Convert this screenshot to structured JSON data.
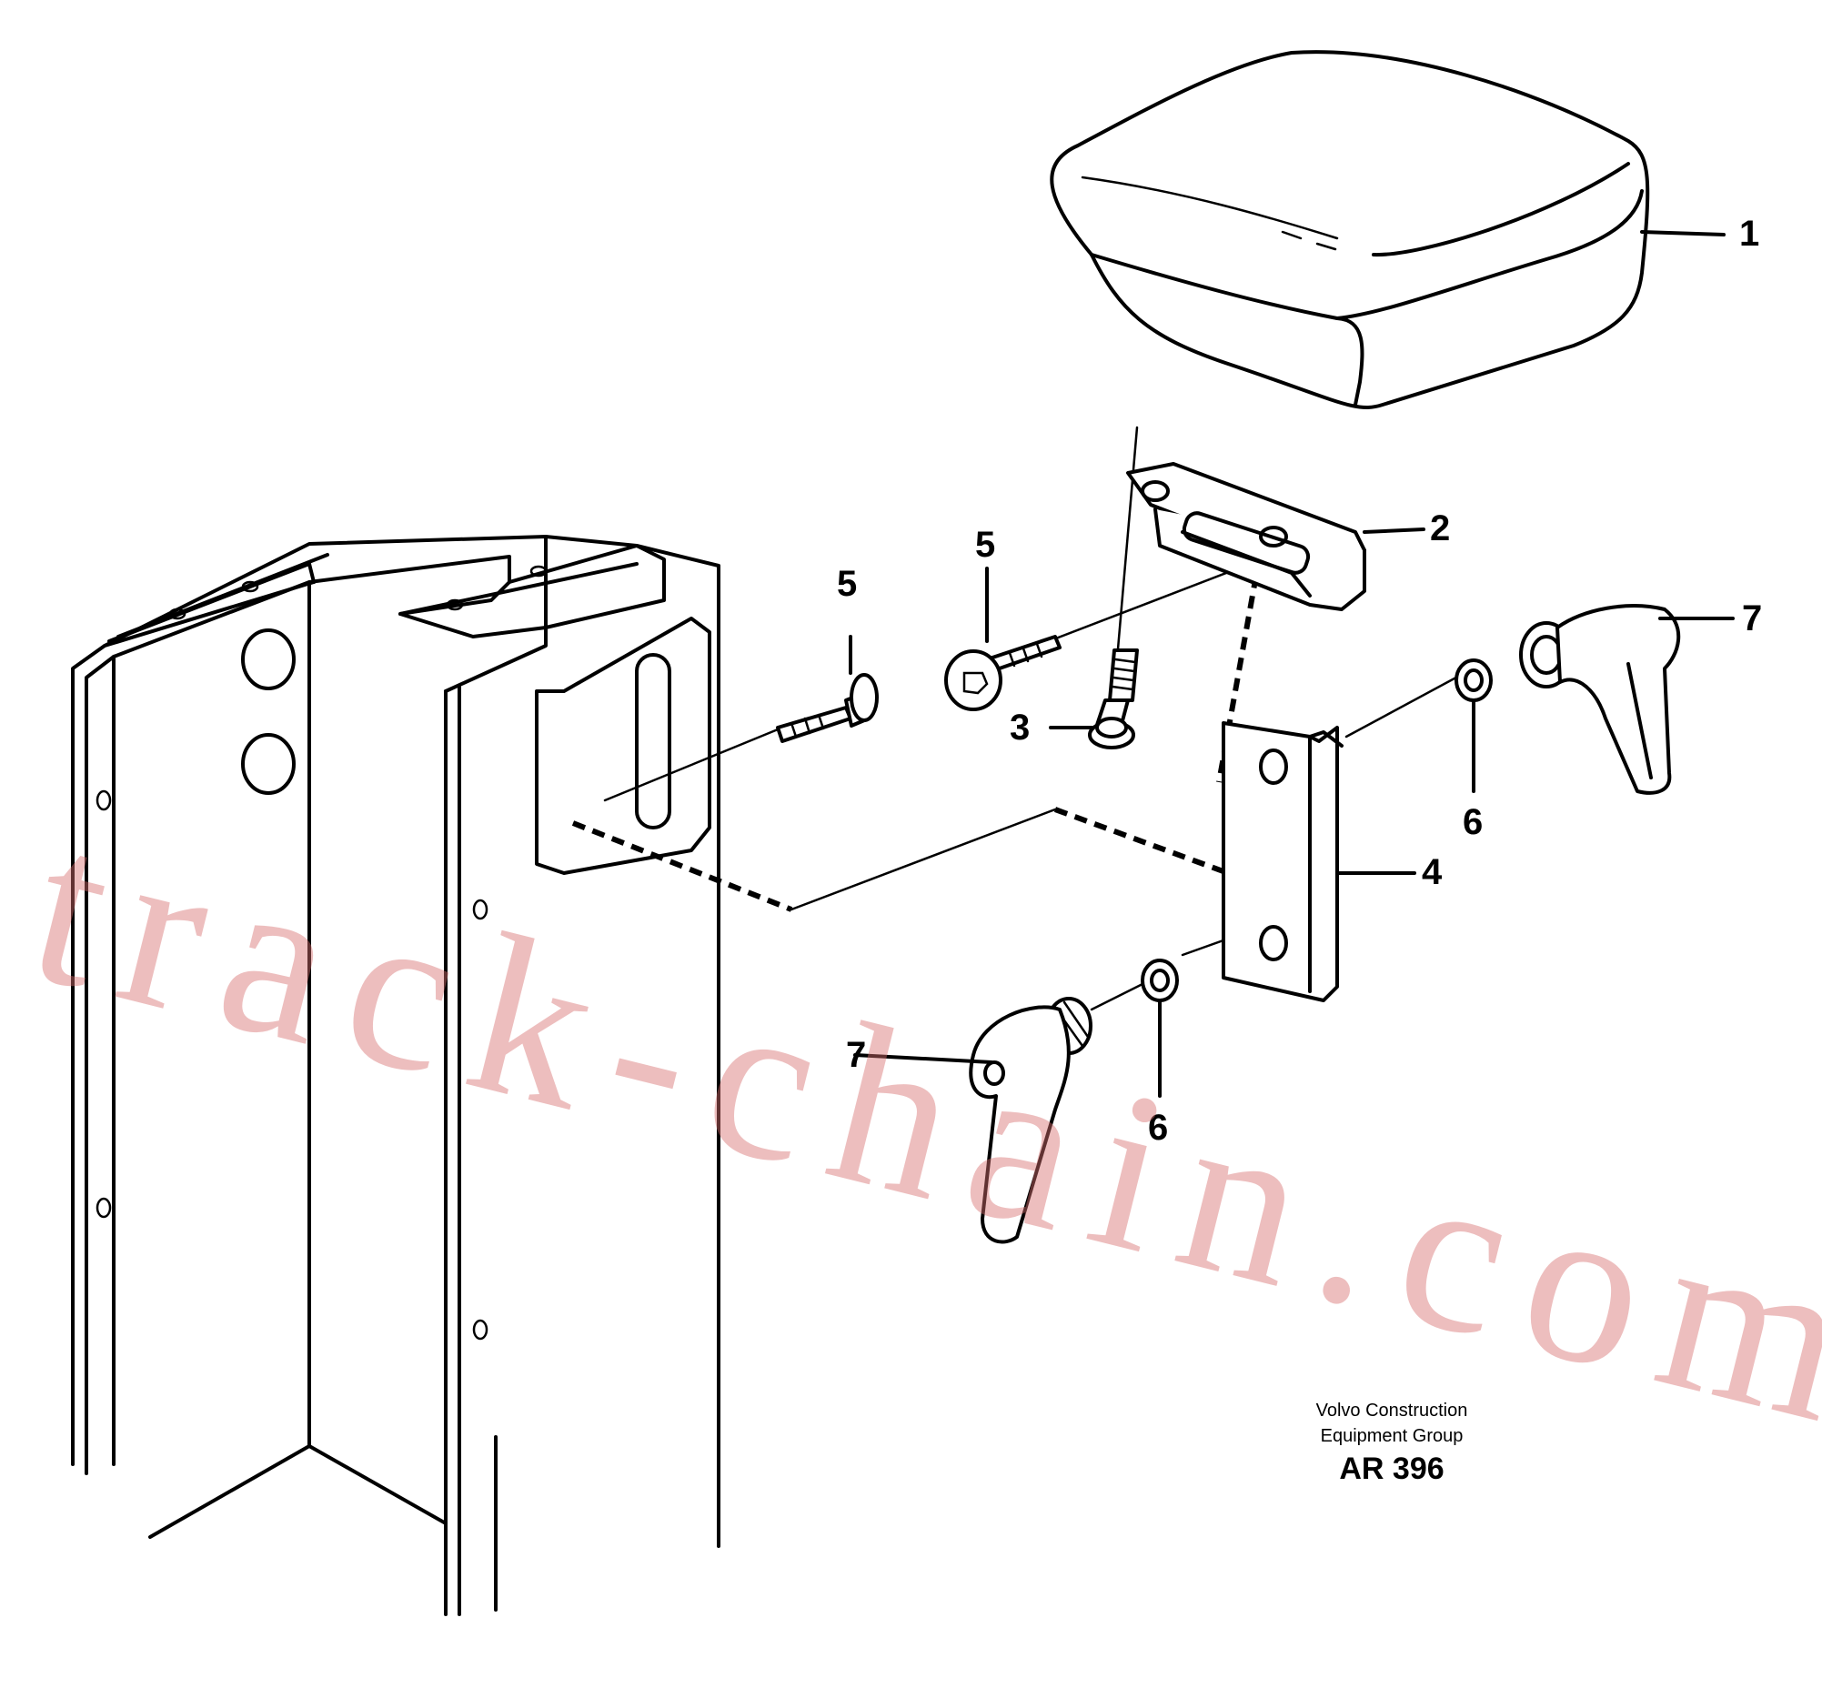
{
  "callouts": {
    "part_1": "1",
    "part_2": "2",
    "part_3": "3",
    "part_4": "4",
    "part_5a": "5",
    "part_5b": "5",
    "part_6a": "6",
    "part_6b": "6",
    "part_7a": "7",
    "part_7b": "7"
  },
  "credit": {
    "line1": "Volvo Construction",
    "line2": "Equipment Group",
    "code": "AR 396"
  },
  "watermark": "track-chain.com"
}
